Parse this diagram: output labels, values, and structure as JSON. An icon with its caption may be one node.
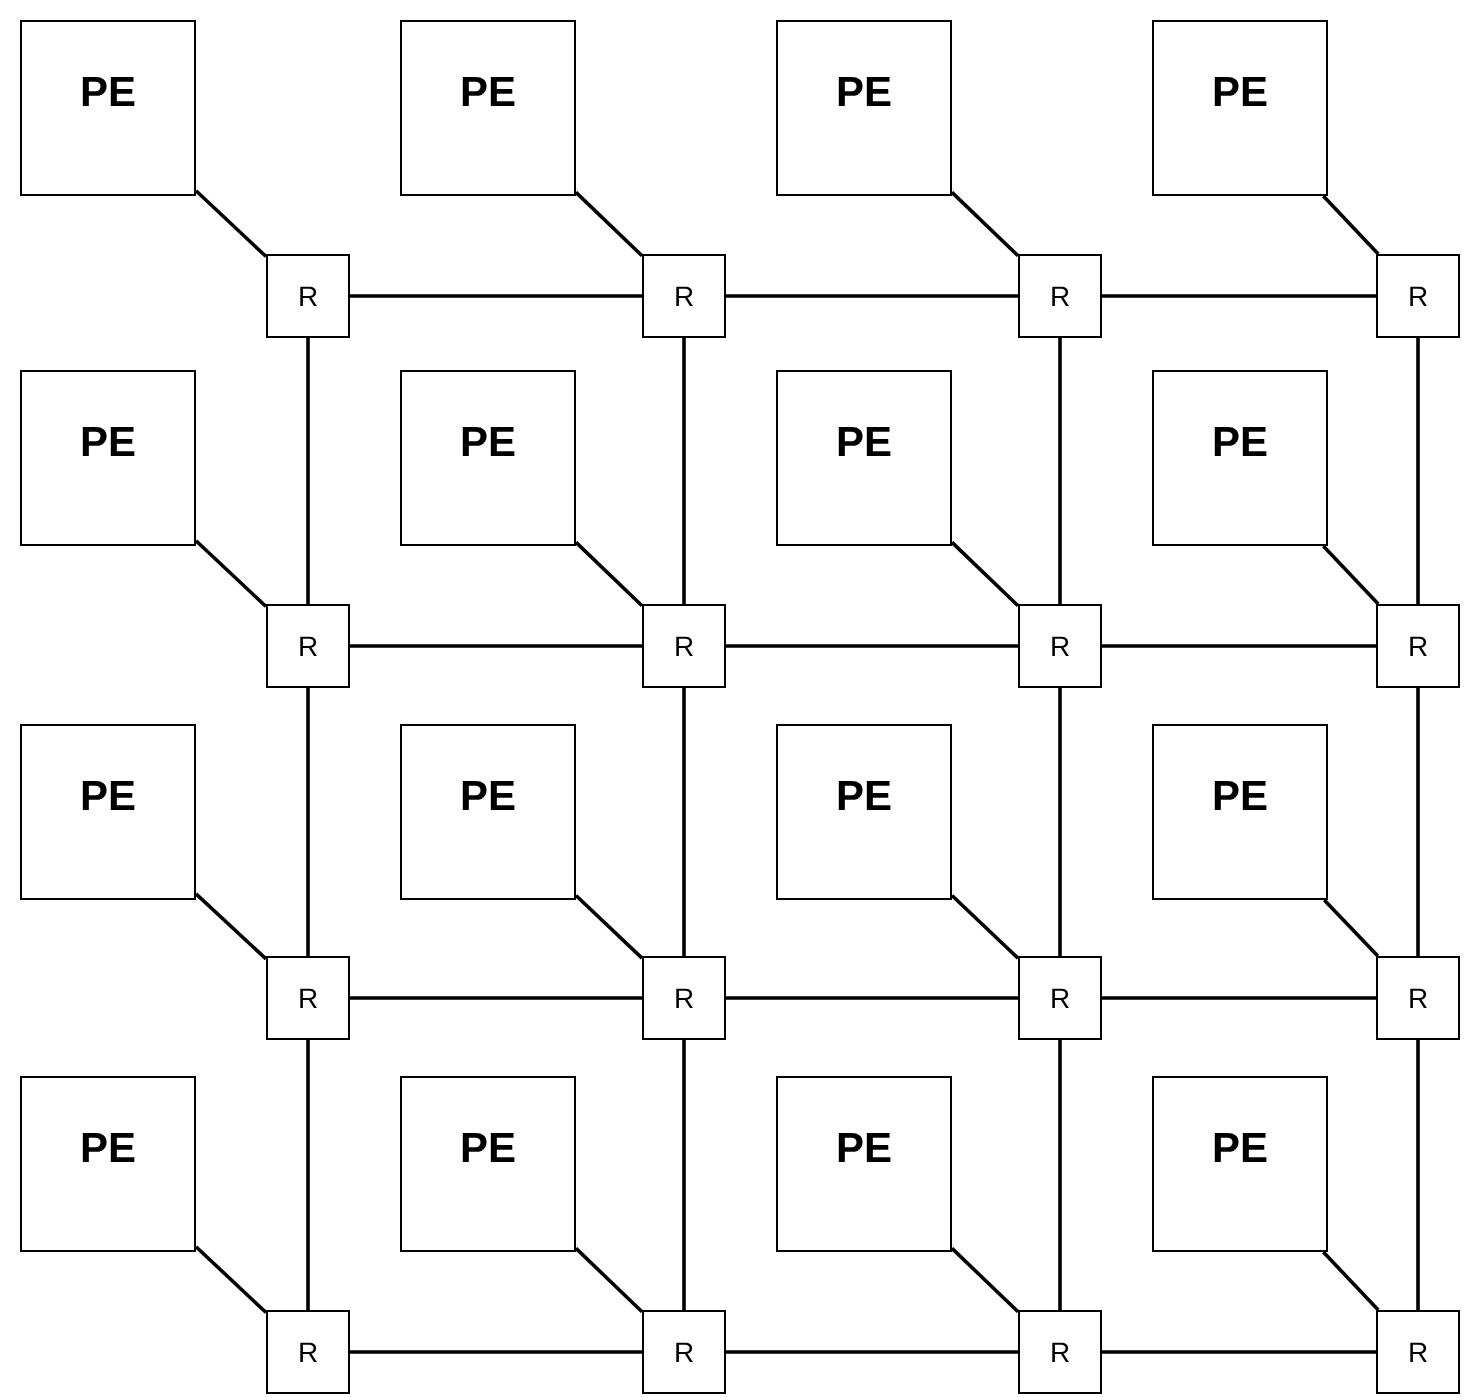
{
  "diagram": {
    "nodes": [
      {
        "text": [
          "PE"
        ]
      },
      {
        "text": [
          "PE"
        ]
      },
      {
        "text": [
          "PE"
        ]
      },
      {
        "text": [
          "PE"
        ]
      },
      {
        "text": [
          "R"
        ]
      },
      {
        "text": [
          "R"
        ]
      },
      {
        "text": [
          "R"
        ]
      },
      {
        "text": [
          "R"
        ]
      },
      {
        "text": [
          "PE"
        ]
      },
      {
        "text": [
          "PE"
        ]
      },
      {
        "text": [
          "PE"
        ]
      },
      {
        "text": [
          "PE"
        ]
      },
      {
        "text": [
          "R"
        ]
      },
      {
        "text": [
          "R"
        ]
      },
      {
        "text": [
          "R"
        ]
      },
      {
        "text": [
          "R"
        ]
      },
      {
        "text": [
          "PE"
        ]
      },
      {
        "text": [
          "PE"
        ]
      },
      {
        "text": [
          "PE"
        ]
      },
      {
        "text": [
          "PE"
        ]
      },
      {
        "text": [
          "R"
        ]
      },
      {
        "text": [
          "R"
        ]
      },
      {
        "text": [
          "R"
        ]
      },
      {
        "text": [
          "R"
        ]
      },
      {
        "text": [
          "PE"
        ]
      },
      {
        "text": [
          "PE"
        ]
      },
      {
        "text": [
          "PE"
        ]
      },
      {
        "text": [
          "PE"
        ]
      },
      {
        "text": [
          "R"
        ]
      },
      {
        "text": [
          "R"
        ]
      },
      {
        "text": [
          "R"
        ]
      },
      {
        "text": [
          "R"
        ]
      }
    ],
    "edges": [
      {
        "from": 0,
        "to": 4,
        "arrow": "none"
      },
      {
        "from": 1,
        "to": 5,
        "arrow": "none"
      },
      {
        "from": 2,
        "to": 6,
        "arrow": "none"
      },
      {
        "from": 3,
        "to": 7,
        "arrow": "none"
      },
      {
        "from": 4,
        "to": 5,
        "arrow": "none"
      },
      {
        "from": 5,
        "to": 6,
        "arrow": "none"
      },
      {
        "from": 6,
        "to": 7,
        "arrow": "none"
      },
      {
        "from": 4,
        "to": 12,
        "arrow": "none"
      },
      {
        "from": 5,
        "to": 13,
        "arrow": "none"
      },
      {
        "from": 6,
        "to": 14,
        "arrow": "none"
      },
      {
        "from": 7,
        "to": 15,
        "arrow": "none"
      },
      {
        "from": 8,
        "to": 12,
        "arrow": "none"
      },
      {
        "from": 9,
        "to": 13,
        "arrow": "none"
      },
      {
        "from": 10,
        "to": 14,
        "arrow": "none"
      },
      {
        "from": 11,
        "to": 15,
        "arrow": "none"
      },
      {
        "from": 12,
        "to": 13,
        "arrow": "none"
      },
      {
        "from": 13,
        "to": 14,
        "arrow": "none"
      },
      {
        "from": 14,
        "to": 15,
        "arrow": "none"
      },
      {
        "from": 12,
        "to": 20,
        "arrow": "none"
      },
      {
        "from": 13,
        "to": 21,
        "arrow": "none"
      },
      {
        "from": 14,
        "to": 22,
        "arrow": "none"
      },
      {
        "from": 15,
        "to": 23,
        "arrow": "none"
      },
      {
        "from": 16,
        "to": 20,
        "arrow": "none"
      },
      {
        "from": 17,
        "to": 21,
        "arrow": "none"
      },
      {
        "from": 18,
        "to": 22,
        "arrow": "none"
      },
      {
        "from": 19,
        "to": 23,
        "arrow": "none"
      },
      {
        "from": 20,
        "to": 21,
        "arrow": "none"
      },
      {
        "from": 21,
        "to": 22,
        "arrow": "none"
      },
      {
        "from": 22,
        "to": 23,
        "arrow": "none"
      },
      {
        "from": 20,
        "to": 28,
        "arrow": "none"
      },
      {
        "from": 21,
        "to": 29,
        "arrow": "none"
      },
      {
        "from": 22,
        "to": 30,
        "arrow": "none"
      },
      {
        "from": 23,
        "to": 31,
        "arrow": "none"
      },
      {
        "from": 24,
        "to": 28,
        "arrow": "none"
      },
      {
        "from": 25,
        "to": 29,
        "arrow": "none"
      },
      {
        "from": 26,
        "to": 30,
        "arrow": "none"
      },
      {
        "from": 27,
        "to": 31,
        "arrow": "none"
      },
      {
        "from": 28,
        "to": 29,
        "arrow": "none"
      },
      {
        "from": 29,
        "to": 30,
        "arrow": "none"
      },
      {
        "from": 30,
        "to": 31,
        "arrow": "none"
      }
    ]
  }
}
